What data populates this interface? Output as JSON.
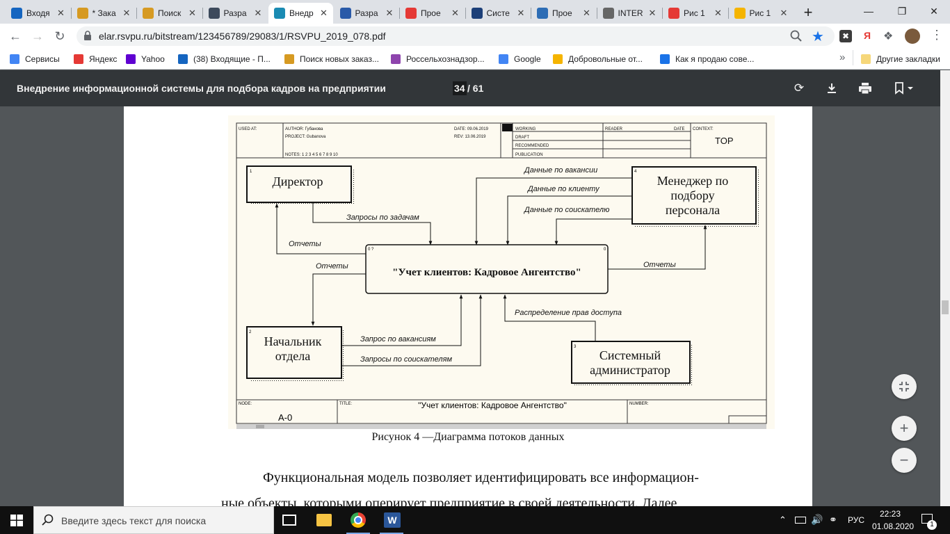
{
  "browser": {
    "tabs": [
      {
        "label": "Входя",
        "icon": "mail-icon",
        "color": "#1565c0"
      },
      {
        "label": "* Зака",
        "icon": "owl-icon",
        "color": "#d69a22"
      },
      {
        "label": "Поиск",
        "icon": "owl-icon",
        "color": "#d69a22"
      },
      {
        "label": "Разра",
        "icon": "d-logo-icon",
        "color": "#3d4a5c"
      },
      {
        "label": "Внедр",
        "icon": "diamond-icon",
        "color": "#1a8bb3",
        "active": true
      },
      {
        "label": "Разра",
        "icon": "rm-logo-icon",
        "color": "#2a5aa8"
      },
      {
        "label": "Прое",
        "icon": "p-logo-icon",
        "color": "#e53935"
      },
      {
        "label": "Систе",
        "icon": "hr-logo-icon",
        "color": "#1c3f78"
      },
      {
        "label": "Прое",
        "icon": "c-logo-icon",
        "color": "#2d6db5"
      },
      {
        "label": "INTER",
        "icon": "globe-icon",
        "color": "#666666"
      },
      {
        "label": "Рис 1",
        "icon": "yandex-icon",
        "color": "#e53935"
      },
      {
        "label": "Рис 1",
        "icon": "image-icon",
        "color": "#f5b400"
      }
    ],
    "url": "elar.rsvpu.ru/bitstream/123456789/29083/1/RSVPU_2019_078.pdf",
    "bookmarks": [
      {
        "label": "Сервисы",
        "icon": "apps-icon"
      },
      {
        "label": "Яндекс",
        "icon": "yandex-icon"
      },
      {
        "label": "Yahoo",
        "icon": "yahoo-icon"
      },
      {
        "label": "(38) Входящие - П...",
        "icon": "mail-icon"
      },
      {
        "label": "Поиск новых заказ...",
        "icon": "owl-icon"
      },
      {
        "label": "Россельхознадзор...",
        "icon": "flower-icon"
      },
      {
        "label": "Google",
        "icon": "google-icon"
      },
      {
        "label": "Добровольные от...",
        "icon": "sun-icon"
      },
      {
        "label": "Как я продаю сове...",
        "icon": "frame-icon"
      }
    ],
    "other_bookmarks": "Другие закладки",
    "more": "»"
  },
  "pdf": {
    "title": "Внедрение информационной системы для подбора кадров на предприятии",
    "page_current": "34",
    "page_total": "/ 61"
  },
  "diagram": {
    "header": {
      "used_at": "USED AT:",
      "author": "AUTHOR:  Губанова",
      "project": "PROJECT:  Gubanova",
      "notes": "NOTES:  1  2  3  4  5  6  7  8  9  10",
      "date": "DATE:  09.06.2019",
      "rev": "REV:     13.06.2019",
      "working": "WORKING",
      "draft": "DRAFT",
      "recommended": "RECOMMENDED",
      "publication": "PUBLICATION",
      "reader": "READER",
      "date2": "DATE",
      "context": "CONTEXT:",
      "top": "TOP"
    },
    "entities": {
      "director": {
        "num": "1",
        "label": "Директор"
      },
      "manager": {
        "num": "4",
        "label_lines": [
          "Менеджер по",
          "подбору",
          "персонала"
        ]
      },
      "chief": {
        "num": "2",
        "label_lines": [
          "Начальник",
          "отдела"
        ]
      },
      "sysadmin": {
        "num": "3",
        "label_lines": [
          "Системный",
          "администратор"
        ]
      },
      "process": {
        "num": "0 ?",
        "num2": "0",
        "label": "\"Учет клиентов: Кадровое Ангентство\""
      }
    },
    "flows": [
      "Данные по вакансии",
      "Данные по клиенту",
      "Данные по соискателю",
      "Запросы по задачам",
      "Отчеты",
      "Отчеты",
      "Отчеты",
      "Распределение прав доступа",
      "Запрос по вакансиям",
      "Запросы по соискателям"
    ],
    "footer": {
      "node": "NODE:",
      "node_val": "A-0",
      "title": "TITLE:",
      "title_val": "\"Учет клиентов: Кадровое Ангентство\"",
      "number": "NUMBER:"
    }
  },
  "caption": "Рисунок 4 —Диаграмма потоков данных",
  "paragraph": {
    "line1": "Функциональная модель позволяет идентифицировать все информацион-",
    "line2": "ные объекты, которыми оперирует предприятие в своей деятельности. Далее"
  },
  "taskbar": {
    "search_placeholder": "Введите здесь текст для поиска",
    "lang": "РУС",
    "time": "22:23",
    "date": "01.08.2020",
    "notif_count": "1"
  }
}
